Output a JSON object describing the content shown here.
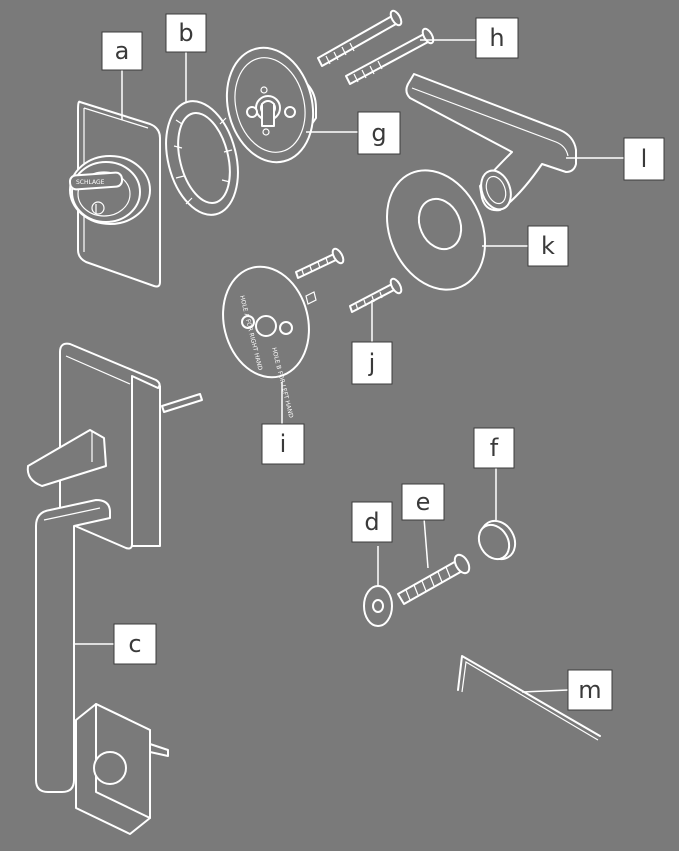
{
  "diagram": {
    "labels": [
      {
        "id": "a",
        "text": "a"
      },
      {
        "id": "b",
        "text": "b"
      },
      {
        "id": "c",
        "text": "c"
      },
      {
        "id": "d",
        "text": "d"
      },
      {
        "id": "e",
        "text": "e"
      },
      {
        "id": "f",
        "text": "f"
      },
      {
        "id": "g",
        "text": "g"
      },
      {
        "id": "h",
        "text": "h"
      },
      {
        "id": "i",
        "text": "i"
      },
      {
        "id": "j",
        "text": "j"
      },
      {
        "id": "k",
        "text": "k"
      },
      {
        "id": "l",
        "text": "l"
      },
      {
        "id": "m",
        "text": "m"
      }
    ],
    "deadbolt_brand": "SCHLAGE",
    "plate_markings": [
      "HOLE A FOR RIGHT HAND",
      "HOLE B FOR LEFT HAND"
    ]
  },
  "colors": {
    "background": "#7a7a7a",
    "line": "#ffffff",
    "label_box": "#ffffff",
    "label_text": "#3a3a3a"
  }
}
